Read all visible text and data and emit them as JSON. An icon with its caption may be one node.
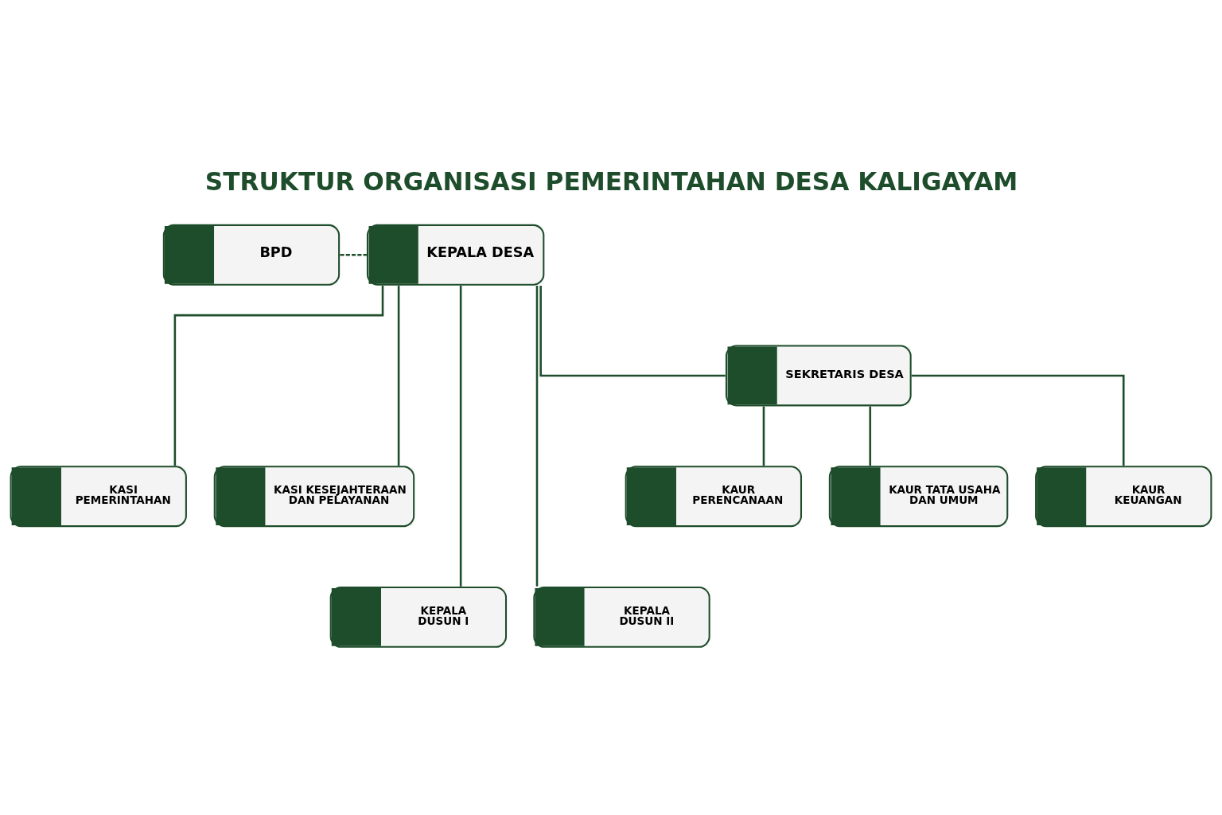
{
  "diagram": {
    "title": "STRUKTUR ORGANISASI PEMERINTAHAN DESA KALIGAYAM",
    "nodes": [
      {
        "text": [
          "BPD"
        ]
      },
      {
        "text": [
          "KEPALA DESA"
        ]
      },
      {
        "text": [
          "SEKRETARIS DESA"
        ]
      },
      {
        "text": [
          "KASI PEMERINTAHAN"
        ]
      },
      {
        "text": [
          "KASI KESEJAHTERAAN DAN PELAYANAN"
        ]
      },
      {
        "text": [
          "KAUR PERENCANAAN"
        ]
      },
      {
        "text": [
          "KAUR TATA USAHA DAN UMUM"
        ]
      },
      {
        "text": [
          "KAUR KEUANGAN"
        ]
      },
      {
        "text": [
          "KEPALA DUSUN I"
        ]
      },
      {
        "text": [
          "KEPALA DUSUN II"
        ]
      }
    ],
    "edges": [
      {
        "from": 0,
        "to": 1,
        "arrow": "none",
        "style": "dashed"
      },
      {
        "from": 1,
        "to": 3,
        "arrow": "none"
      },
      {
        "from": 1,
        "to": 4,
        "arrow": "none"
      },
      {
        "from": 1,
        "to": 8,
        "arrow": "none"
      },
      {
        "from": 1,
        "to": 9,
        "arrow": "none"
      },
      {
        "from": 1,
        "to": 2,
        "arrow": "none"
      },
      {
        "from": 2,
        "to": 5,
        "arrow": "none"
      },
      {
        "from": 2,
        "to": 6,
        "arrow": "none"
      },
      {
        "from": 2,
        "to": 7,
        "arrow": "none"
      }
    ]
  }
}
